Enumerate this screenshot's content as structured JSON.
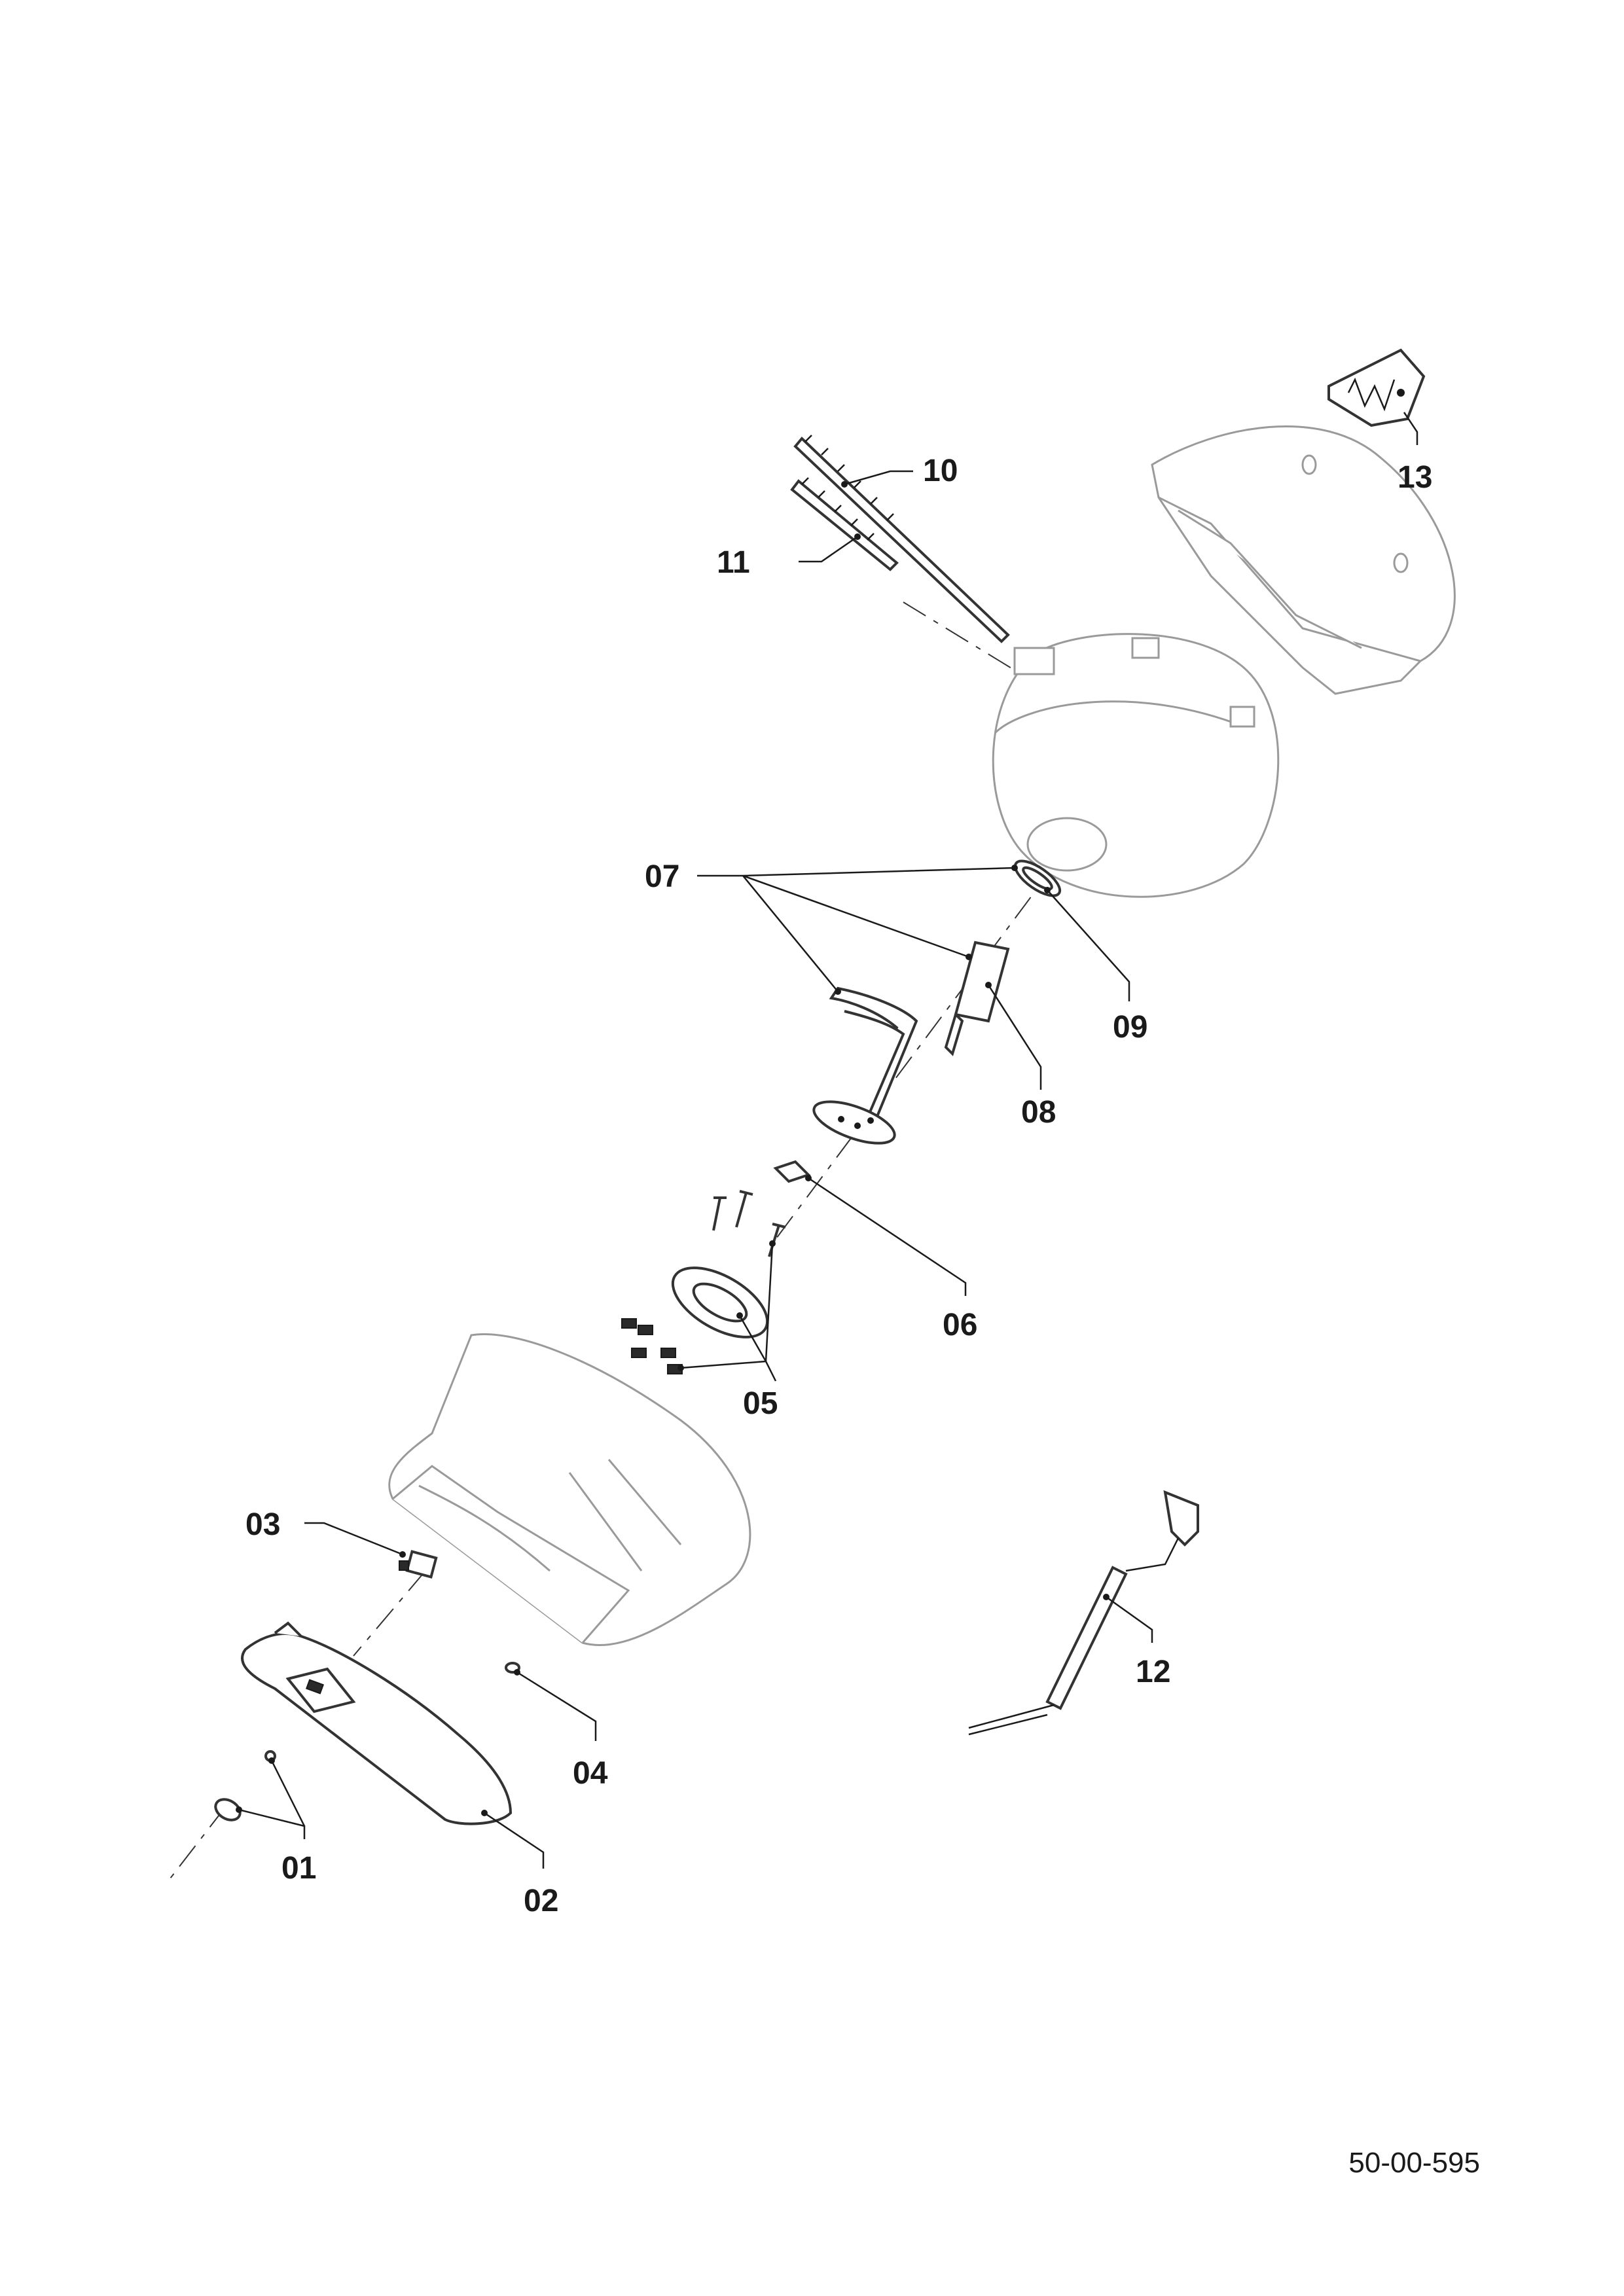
{
  "labels": {
    "p01": "01",
    "p02": "02",
    "p03": "03",
    "p04": "04",
    "p05": "05",
    "p06": "06",
    "p07": "07",
    "p08": "08",
    "p09": "09",
    "p10": "10",
    "p11": "11",
    "p12": "12",
    "p13": "13"
  },
  "document_number": "50-00-595",
  "colors": {
    "line": "#1a1a1a",
    "part_outline": "#9a9a9a"
  }
}
